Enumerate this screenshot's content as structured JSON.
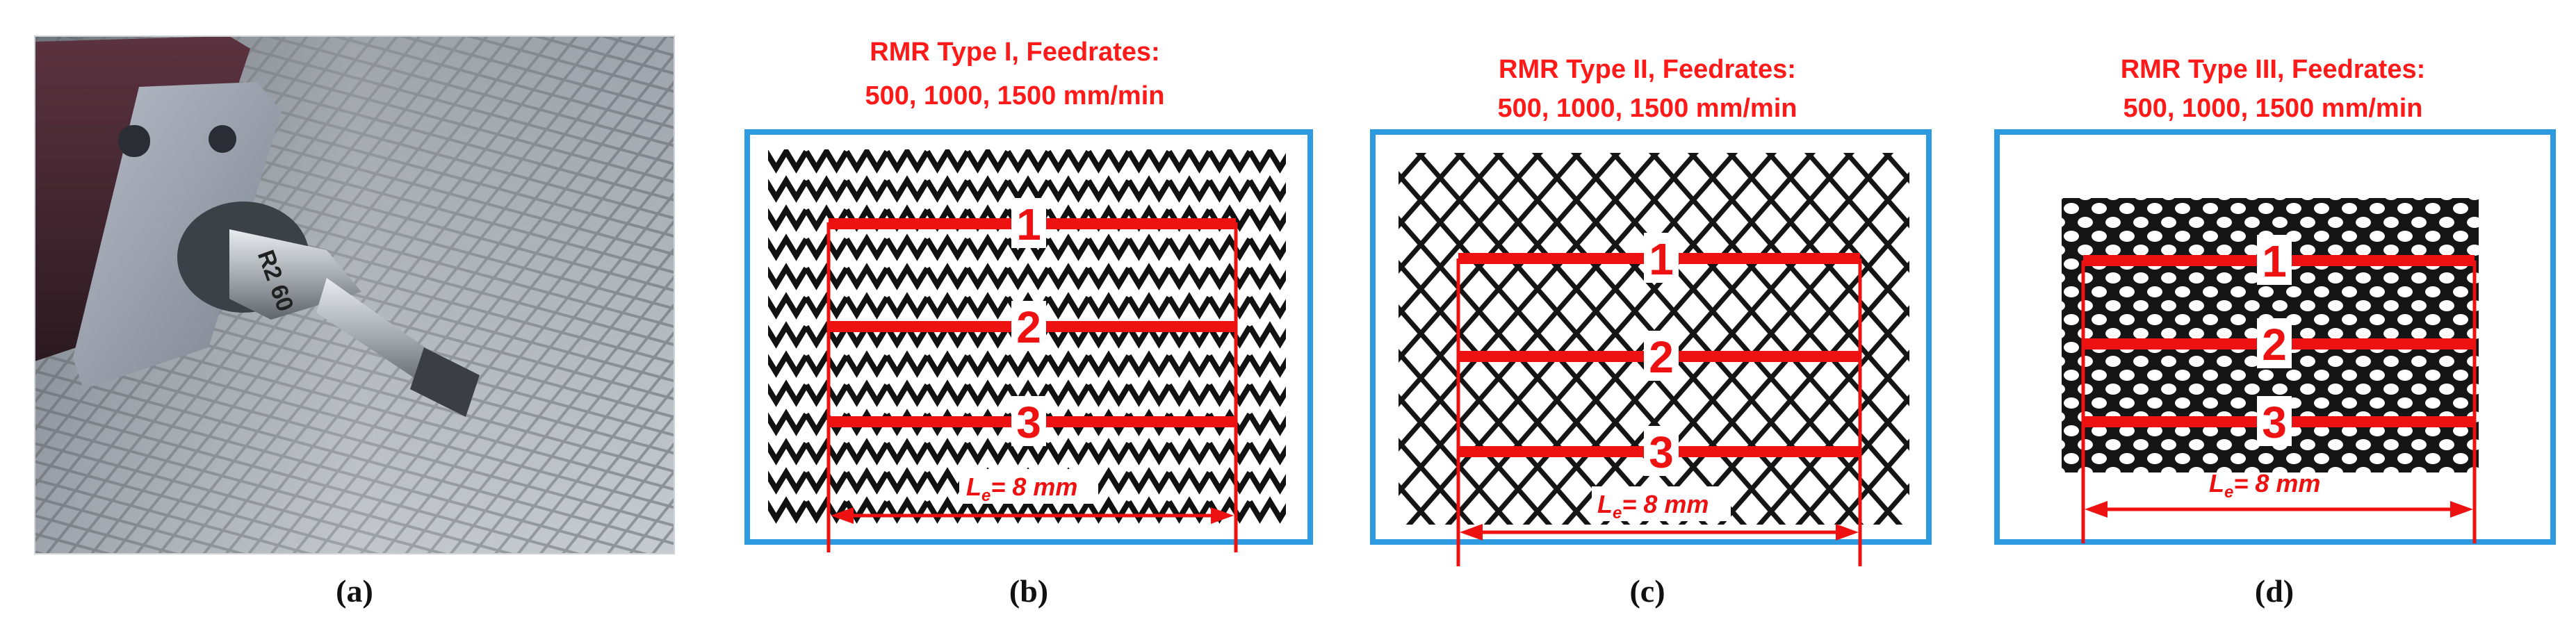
{
  "colors": {
    "annotation_red": "#ee1111",
    "title_red": "#ff1a1a",
    "frame_blue": "#2e9be0",
    "pattern_black": "#111111"
  },
  "captions": [
    "(a)",
    "(b)",
    "(c)",
    "(d)"
  ],
  "photo": {
    "caption": "(a)",
    "probe_text": "R2 60"
  },
  "panels": [
    {
      "caption": "(b)",
      "title_line1": "RMR Type I, Feedrates:",
      "title_line2": "500, 1000, 1500 mm/min",
      "pattern": "zigzag",
      "lines": [
        "1",
        "2",
        "3"
      ],
      "length_symbol": "L",
      "length_subscript": "e",
      "length_value": "= 8 mm"
    },
    {
      "caption": "(c)",
      "title_line1": "RMR Type II, Feedrates:",
      "title_line2": "500, 1000, 1500 mm/min",
      "pattern": "diamond-mesh",
      "lines": [
        "1",
        "2",
        "3"
      ],
      "length_symbol": "L",
      "length_subscript": "e",
      "length_value": "= 8 mm"
    },
    {
      "caption": "(d)",
      "title_line1": "RMR Type III, Feedrates:",
      "title_line2": "500, 1000, 1500 mm/min",
      "pattern": "dense-mesh",
      "lines": [
        "1",
        "2",
        "3"
      ],
      "length_symbol": "L",
      "length_subscript": "e",
      "length_value": "= 8 mm"
    }
  ]
}
